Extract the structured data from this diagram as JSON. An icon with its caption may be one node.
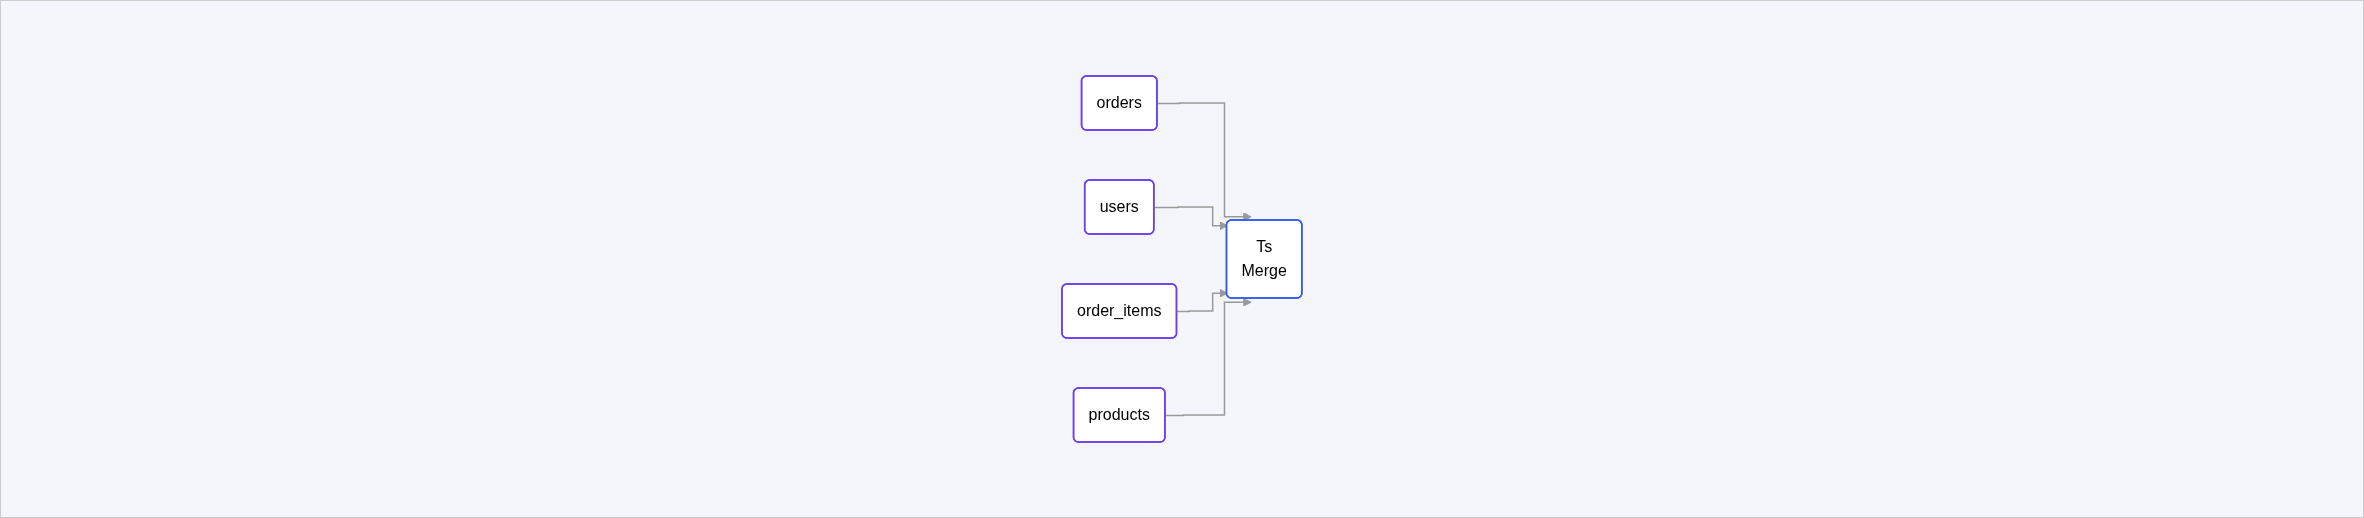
{
  "diagram": {
    "nodes": [
      {
        "text": [
          "orders"
        ]
      },
      {
        "text": [
          "users"
        ]
      },
      {
        "text": [
          "order_items"
        ]
      },
      {
        "text": [
          "products"
        ]
      },
      {
        "text": [
          "Ts",
          "Merge"
        ]
      }
    ],
    "edges": [
      {
        "from": 0,
        "to": 4,
        "arrow": "to"
      },
      {
        "from": 1,
        "to": 4,
        "arrow": "to"
      },
      {
        "from": 2,
        "to": 4,
        "arrow": "to"
      },
      {
        "from": 3,
        "to": 4,
        "arrow": "to"
      }
    ]
  }
}
